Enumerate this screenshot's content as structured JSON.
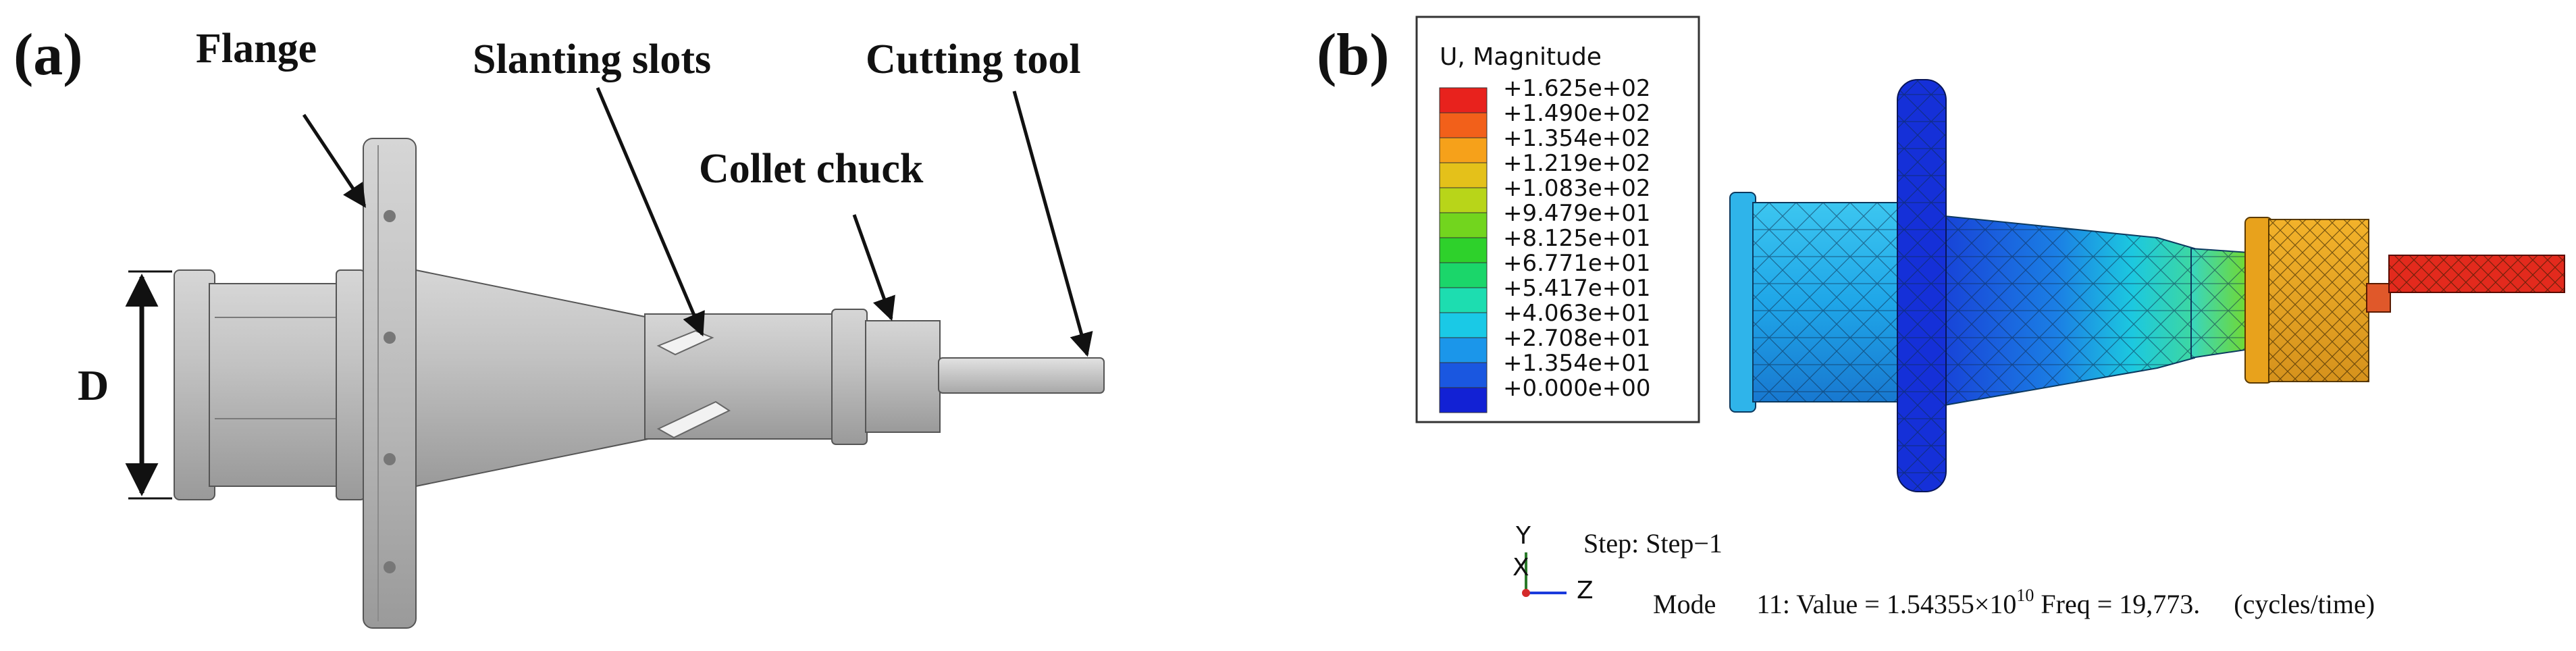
{
  "panel_a": {
    "label": "(a)",
    "callouts": {
      "flange": "Flange",
      "slanting_slots": "Slanting slots",
      "collet_chuck": "Collet chuck",
      "cutting_tool": "Cutting  tool"
    },
    "dimension_label": "D"
  },
  "panel_b": {
    "label": "(b)",
    "legend": {
      "title": "U, Magnitude",
      "entries": [
        {
          "value": "+1.625e+02",
          "color": "#e8221d"
        },
        {
          "value": "+1.490e+02",
          "color": "#f2601a"
        },
        {
          "value": "+1.354e+02",
          "color": "#f6a11a"
        },
        {
          "value": "+1.219e+02",
          "color": "#e4c11a"
        },
        {
          "value": "+1.083e+02",
          "color": "#b8d519"
        },
        {
          "value": "+9.479e+01",
          "color": "#72d51e"
        },
        {
          "value": "+8.125e+01",
          "color": "#2ed12b"
        },
        {
          "value": "+6.771e+01",
          "color": "#1bd66a"
        },
        {
          "value": "+5.417e+01",
          "color": "#1dddb0"
        },
        {
          "value": "+4.063e+01",
          "color": "#1ac9e6"
        },
        {
          "value": "+2.708e+01",
          "color": "#1b96ea"
        },
        {
          "value": "+1.354e+01",
          "color": "#1a57e0"
        },
        {
          "value": "+0.000e+00",
          "color": "#1221d4"
        }
      ]
    },
    "step_line": "Step: Step−1",
    "mode_line": {
      "prefix": "Mode      11: Value = 1.54355×10",
      "exponent": "10",
      "suffix": " Freq = 19,773.     (cycles/time)"
    },
    "triad": {
      "y_label": "Y",
      "x_label": "X",
      "z_label": "Z"
    }
  }
}
